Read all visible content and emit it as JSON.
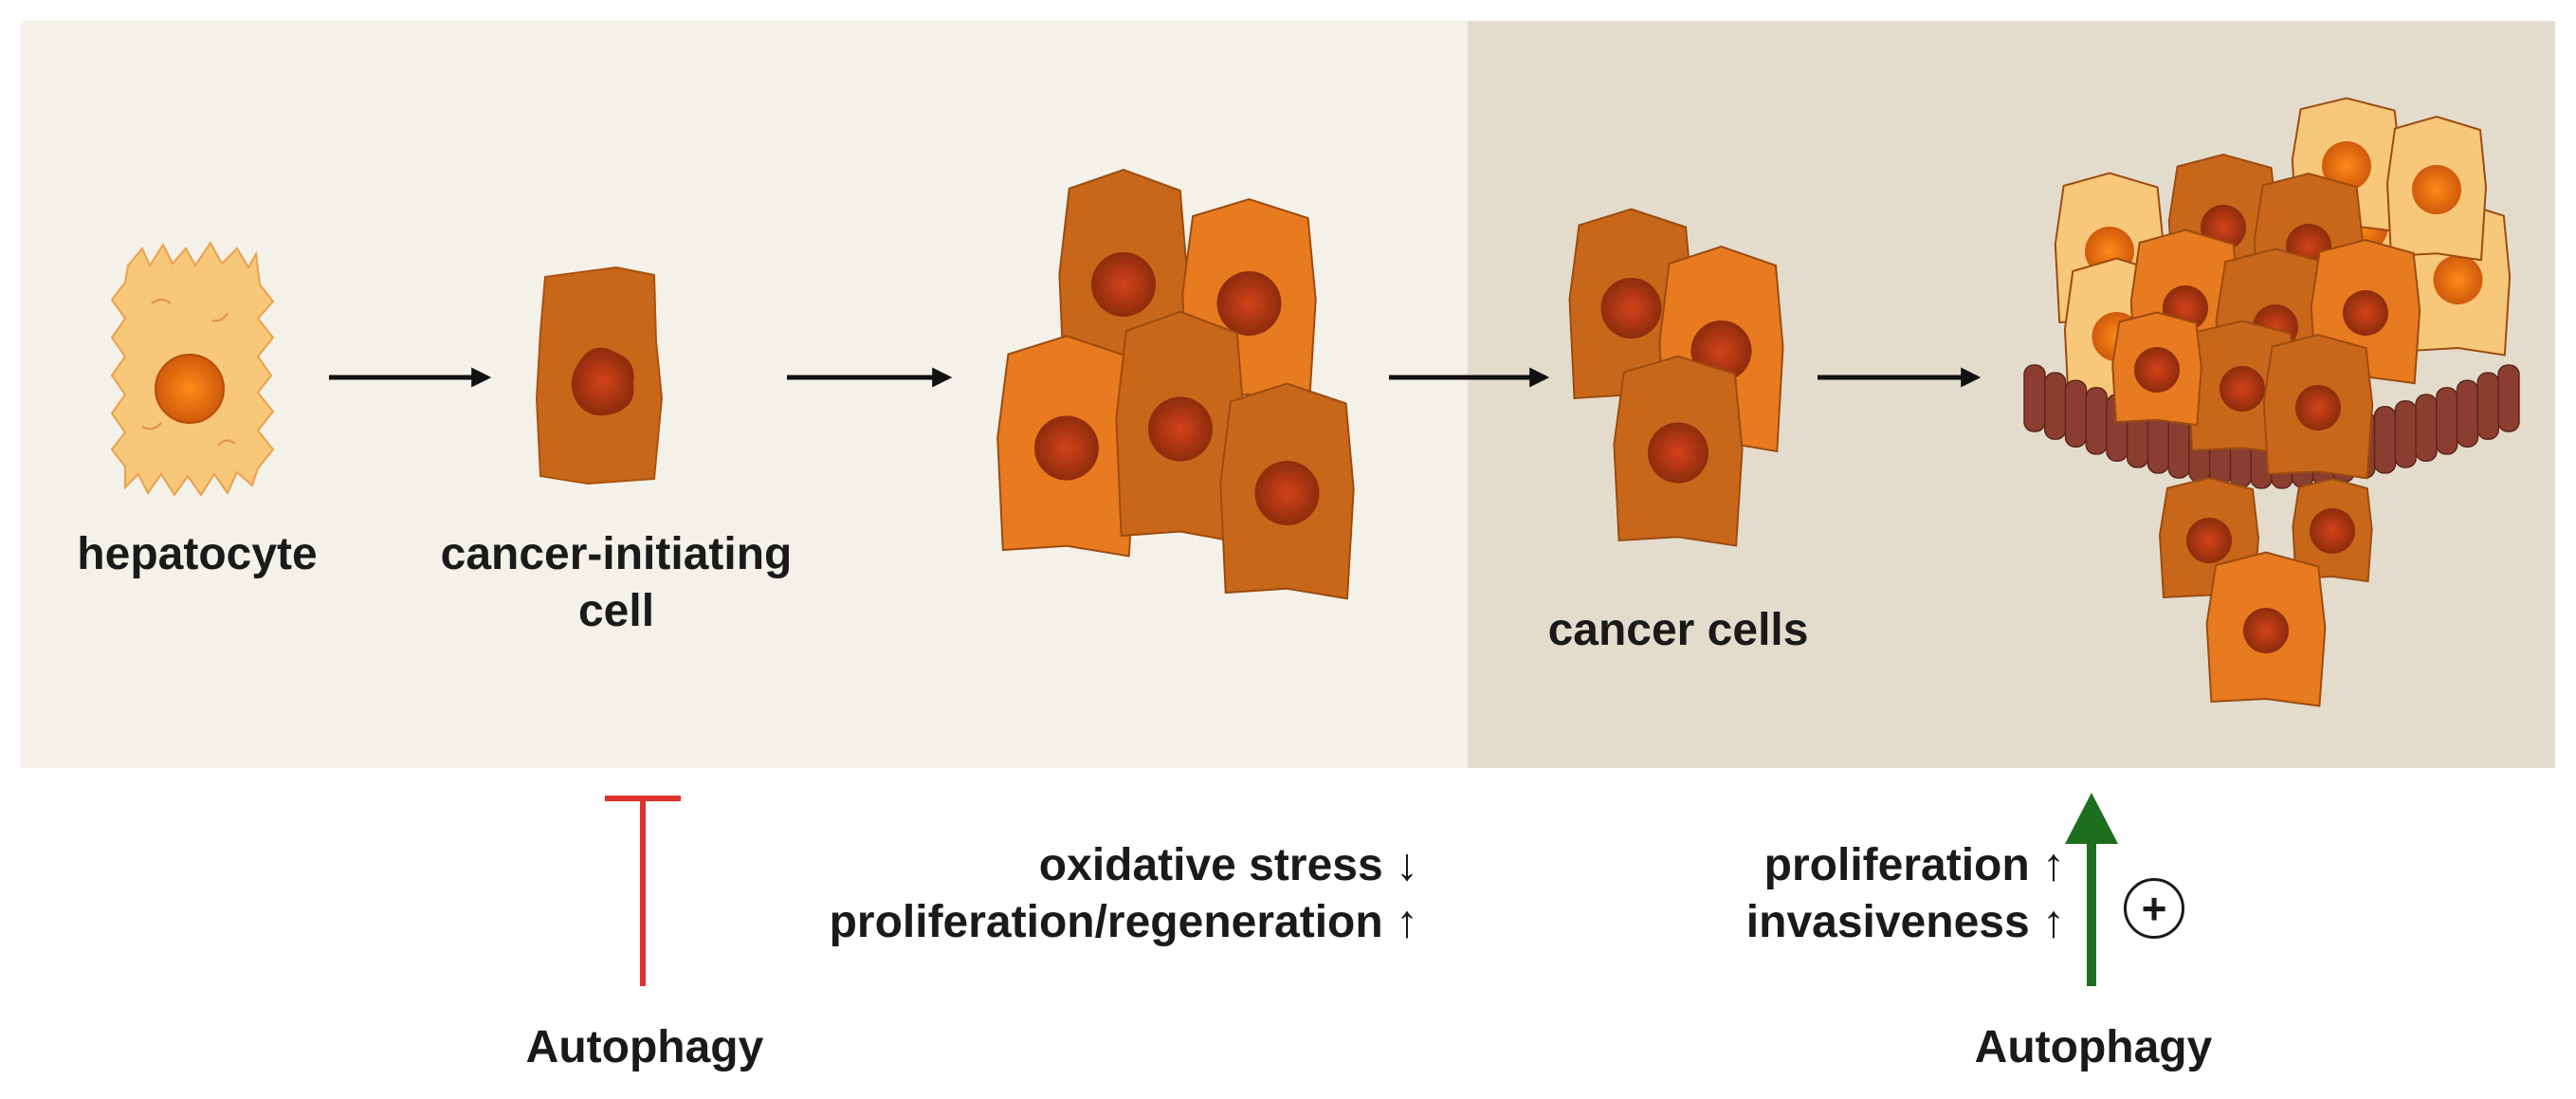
{
  "stages": {
    "hepatocyte": "hepatocyte",
    "cancer_initiating_line1": "cancer-initiating",
    "cancer_initiating_line2": "cell",
    "cancer_cells": "cancer cells"
  },
  "left_effect": {
    "line1": "oxidative stress ↓",
    "line2": "proliferation/regeneration ↑",
    "label": "Autophagy",
    "symbol": "inhibition-bar-icon",
    "color": "#e0312b"
  },
  "right_effect": {
    "line1": "proliferation ↑",
    "line2": "invasiveness ↑",
    "label": "Autophagy",
    "symbol": "up-arrow-icon",
    "plus": "+",
    "color": "#1d6e1f"
  },
  "colors": {
    "panel_left": "#f4f1e9",
    "panel_right": "#e3dccd",
    "hepatocyte": "#f7c77a",
    "cancer_cell_dark": "#c8661a",
    "cancer_cell_light": "#e87a1f",
    "nucleus": "#a53a10",
    "tissue_cell": "#8b3e30"
  }
}
